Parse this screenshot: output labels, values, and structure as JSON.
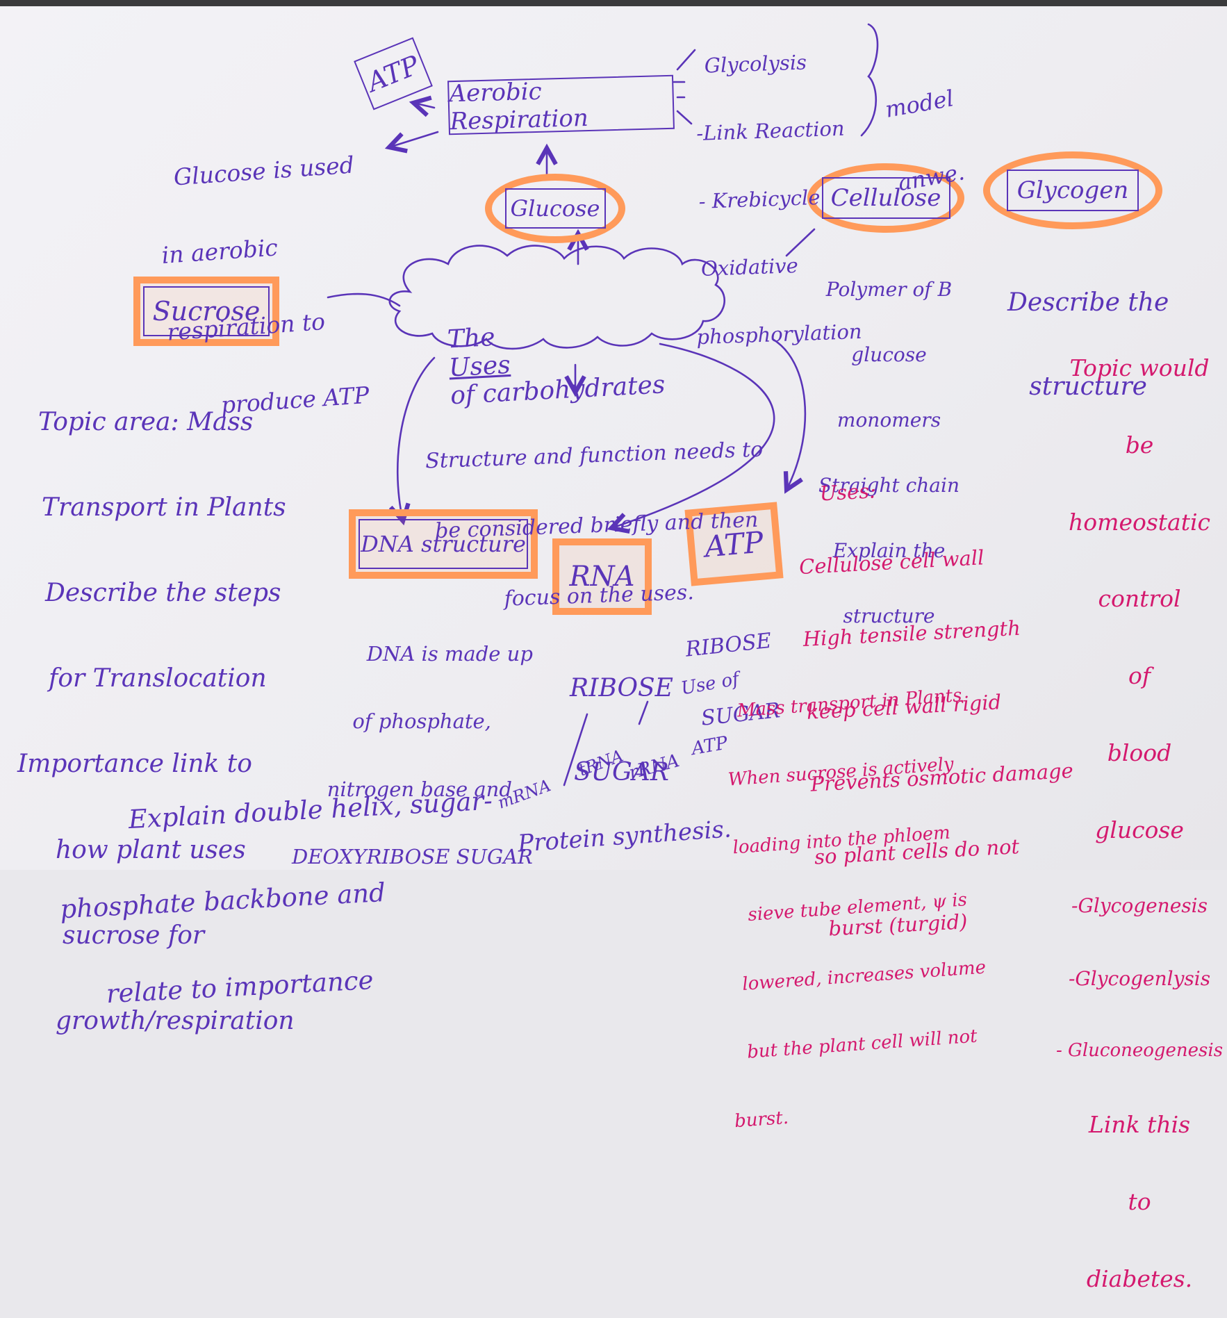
{
  "colors": {
    "ink_purple": "#5a34b8",
    "ink_magenta": "#d4196e",
    "highlighter_orange": "#ff9a5a",
    "paper": "#f1f0f4"
  },
  "center": {
    "pre": "The",
    "underlined": "Uses",
    "post": "of carbohydrates"
  },
  "nodes": {
    "atp_top": "ATP",
    "aerobic": "Aerobic Respiration",
    "glucose": "Glucose",
    "cellulose": "Cellulose",
    "glycogen": "Glycogen",
    "sucrose": "Sucrose",
    "dna": "DNA structure",
    "rna": "RNA",
    "atp": "ATP"
  },
  "notes": {
    "respiration_stages": [
      "Glycolysis",
      "-Link Reaction",
      "- Krebicycle",
      "Oxidative",
      "phosphorylation"
    ],
    "model_answer": [
      "model",
      "anwe."
    ],
    "glucose_note": [
      "Glucose is used",
      "in aerobic",
      "respiration to",
      "produce ATP"
    ],
    "cellulose_note": [
      "Polymer of B",
      "glucose",
      "monomers",
      "Straight chain",
      "Explain the",
      "structure"
    ],
    "glycogen_note": [
      "Describe the",
      "structure"
    ],
    "glycogen_topic": [
      "Topic would",
      "be",
      "homeostatic",
      "control",
      "of",
      "blood",
      "glucose",
      "-Glycogenesis",
      "-Glycogenlysis",
      "- Gluconeogenesis",
      "Link this",
      "to",
      "diabetes."
    ],
    "sucrose_note": [
      "Topic area: Mass",
      "Transport in Plants",
      "Describe the steps",
      "for Translocation",
      "Importance link to",
      "how plant uses",
      "sucrose for",
      "growth/respiration"
    ],
    "center_note": [
      "Structure and function needs to",
      "be considered briefly and then",
      "focus on the uses."
    ],
    "dna_note": [
      "DNA is made up",
      "of phosphate,",
      "nitrogen base and",
      "DEOXYRIBOSE SUGAR"
    ],
    "dna_explain": [
      "Explain double helix, sugar-",
      "phosphate backbone and",
      "relate to importance"
    ],
    "rna_sugar": [
      "RIBOSE",
      "SUGAR"
    ],
    "rna_types": [
      "mRNA",
      "tRNA",
      "rRNA"
    ],
    "protein": "Protein synthesis.",
    "atp_sugar": [
      "RIBOSE",
      "SUGAR"
    ],
    "atp_use": [
      "Use of",
      "ATP"
    ],
    "cellulose_uses": [
      "Uses:",
      "Cellulose cell wall",
      "High tensile strength",
      "keep cell wall rigid",
      "Prevents osmotic damage",
      "so plant cells do not",
      "burst (turgid)"
    ],
    "mass_transport": [
      "Mass transport in Plants",
      "When sucrose is actively",
      "loading into the phloem",
      "sieve tube element, ψ is",
      "lowered, increases volume",
      "but the plant cell will not",
      "burst."
    ]
  }
}
